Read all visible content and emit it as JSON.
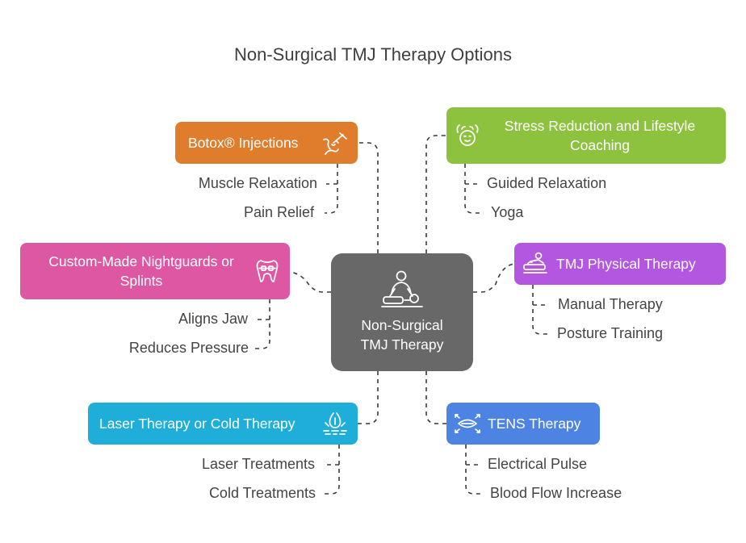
{
  "title": "Non-Surgical TMJ Therapy Options",
  "center": {
    "label_line1": "Non-Surgical",
    "label_line2": "TMJ Therapy",
    "icon": "massage-therapy-icon",
    "color": "#686868"
  },
  "branches": {
    "botox": {
      "label": "Botox® Injections",
      "icon": "syringe-face-icon",
      "color": "#e07d2c",
      "items": [
        "Muscle Relaxation",
        "Pain Relief"
      ]
    },
    "nightguards": {
      "label_line1": "Custom-Made Nightguards or",
      "label_line2": "Splints",
      "icon": "tooth-braces-icon",
      "color": "#dd57a3",
      "items": [
        "Aligns Jaw",
        "Reduces Pressure"
      ]
    },
    "laser": {
      "label": "Laser Therapy or Cold Therapy",
      "icon": "cold-laser-icon",
      "color": "#1eaed9",
      "items": [
        "Laser Treatments",
        "Cold Treatments"
      ]
    },
    "stress": {
      "label_line1": "Stress Reduction and Lifestyle",
      "label_line2": "Coaching",
      "icon": "relaxed-face-icon",
      "color": "#8dc23f",
      "items": [
        "Guided Relaxation",
        "Yoga"
      ]
    },
    "physical": {
      "label": "TMJ Physical Therapy",
      "icon": "physiotherapy-icon",
      "color": "#b356e0",
      "items": [
        "Manual Therapy",
        "Posture Training"
      ]
    },
    "tens": {
      "label": "TENS Therapy",
      "icon": "electrical-stimulation-icon",
      "color": "#4d84e3",
      "items": [
        "Electrical Pulse",
        "Blood Flow Increase"
      ]
    }
  }
}
